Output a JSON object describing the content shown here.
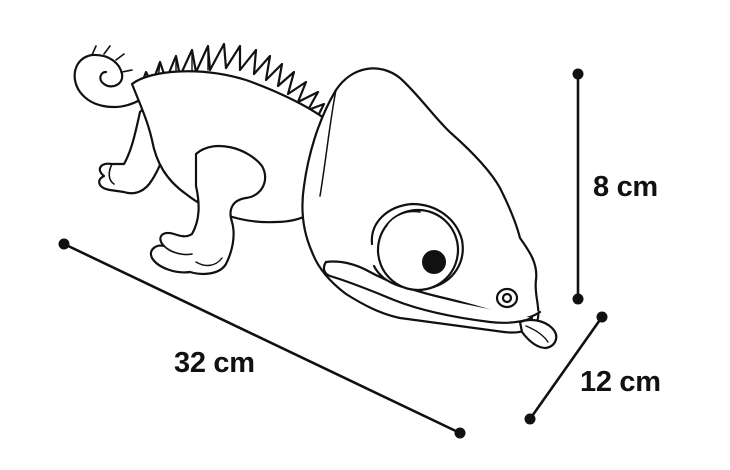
{
  "figure": {
    "subject": "chameleon-plush-toy-line-drawing",
    "colors": {
      "outline": "#111111",
      "fill": "#ffffff",
      "pupil": "#111111"
    }
  },
  "dimensions": {
    "length": {
      "label": "32 cm"
    },
    "height": {
      "label": "8 cm"
    },
    "width": {
      "label": "12 cm"
    }
  }
}
